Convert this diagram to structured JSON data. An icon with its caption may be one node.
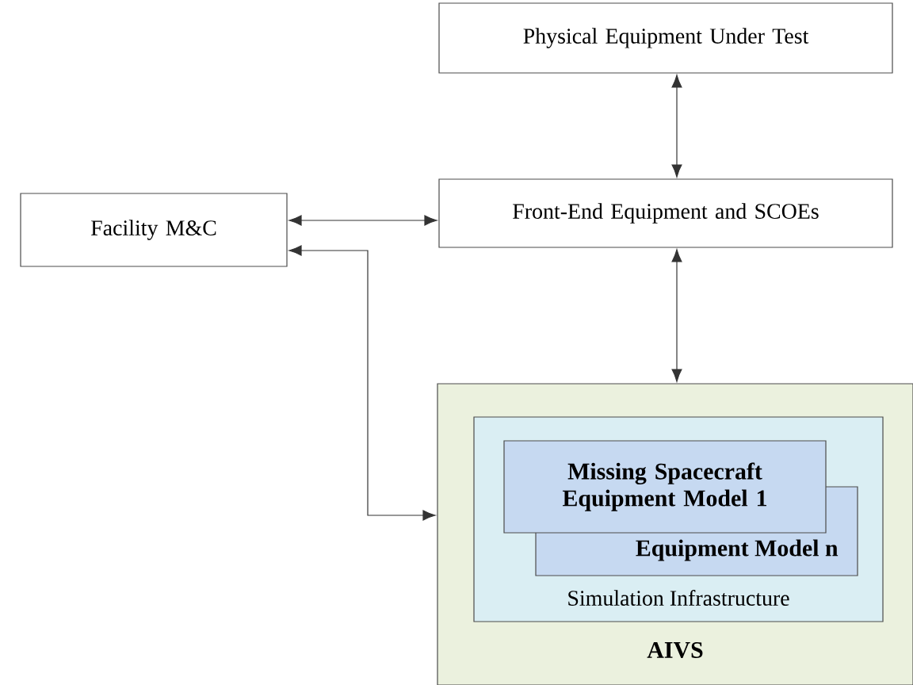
{
  "diagram": {
    "nodes": [
      {
        "text": [
          "Physical Equipment Under Test"
        ]
      },
      {
        "text": [
          "Facility M&C"
        ]
      },
      {
        "text": [
          "Front-End Equipment and SCOEs"
        ]
      },
      {
        "text": [
          "AIVS"
        ]
      },
      {
        "text": [
          "Simulation Infrastructure"
        ],
        "in": 3
      },
      {
        "text": [
          "Missing Spacecraft Equipment Model 1"
        ],
        "in": 4
      },
      {
        "text": [
          "Equipment Model n"
        ],
        "in": 4
      }
    ],
    "edges": [
      {
        "from": 0,
        "to": 2,
        "arrow": "both"
      },
      {
        "from": 1,
        "to": 2,
        "arrow": "both"
      },
      {
        "from": 2,
        "to": 3,
        "arrow": "both"
      },
      {
        "from": 1,
        "to": 3,
        "arrow": "both"
      }
    ]
  }
}
